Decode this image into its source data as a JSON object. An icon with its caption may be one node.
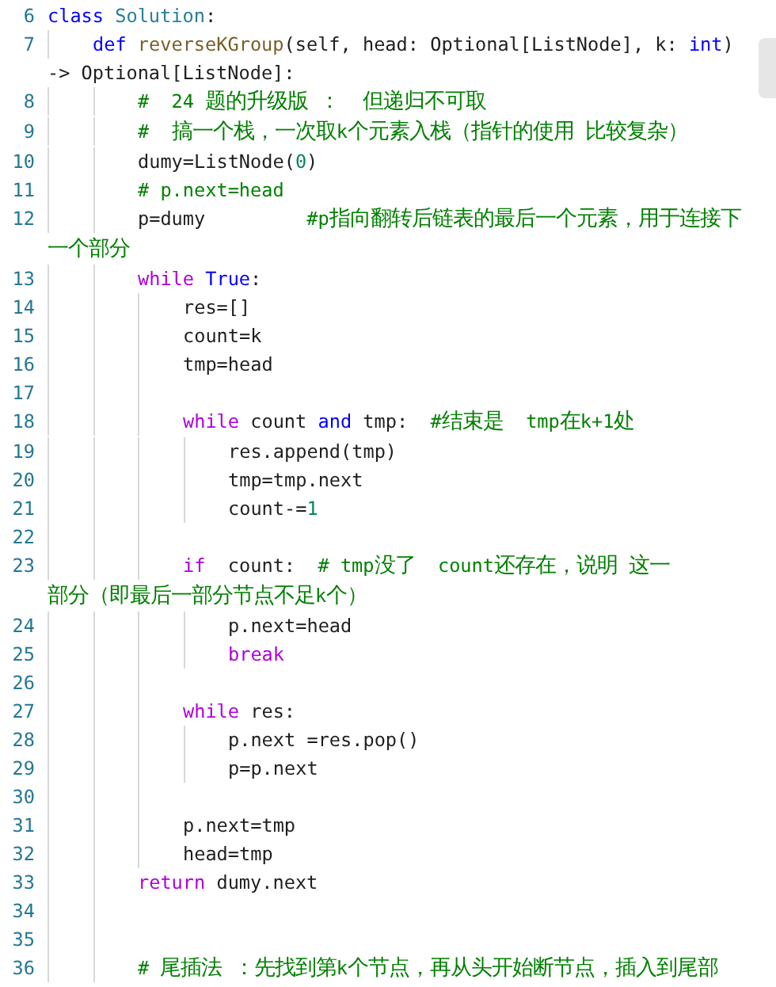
{
  "diagram": {
    "labels": [
      "6",
      "class Solution:",
      "7",
      "def reverseKGroup(self, head: Optional[ListNode], k: int) -> Optional[ListNode]:",
      "8",
      "#  24 题的升级版 ：  但递归不可取",
      "9",
      "#  搞一个栈，一次取k个元素入栈（指针的使用 比较复杂）",
      "10",
      "dumy=ListNode(0)",
      "11",
      "# p.next=head",
      "12",
      "p=dumy",
      "#p指向翻转后链表的最后一个元素，用于连接下一个部分",
      "13",
      "while True:",
      "14",
      "res=[]",
      "15",
      "count=k",
      "16",
      "tmp=head",
      "17",
      "18",
      "while count and tmp:  #结束是  tmp在k+1处",
      "19",
      "res.append(tmp)",
      "20",
      "tmp=tmp.next",
      "21",
      "count-=1",
      "22",
      "23",
      "if  count:  # tmp没了  count还存在，说明 这一部分（即最后一部分节点不足k个）",
      "24",
      "p.next=head",
      "25",
      "break",
      "26",
      "27",
      "while res:",
      "28",
      "p.next =res.pop()",
      "29",
      "p=p.next",
      "30",
      "31",
      "p.next=tmp",
      "32",
      "head=tmp",
      "33",
      "return dumy.next",
      "34",
      "35",
      "36",
      "# 尾插法 ：先找到第k个节点，再从头开始断节点，插入到尾部"
    ]
  }
}
